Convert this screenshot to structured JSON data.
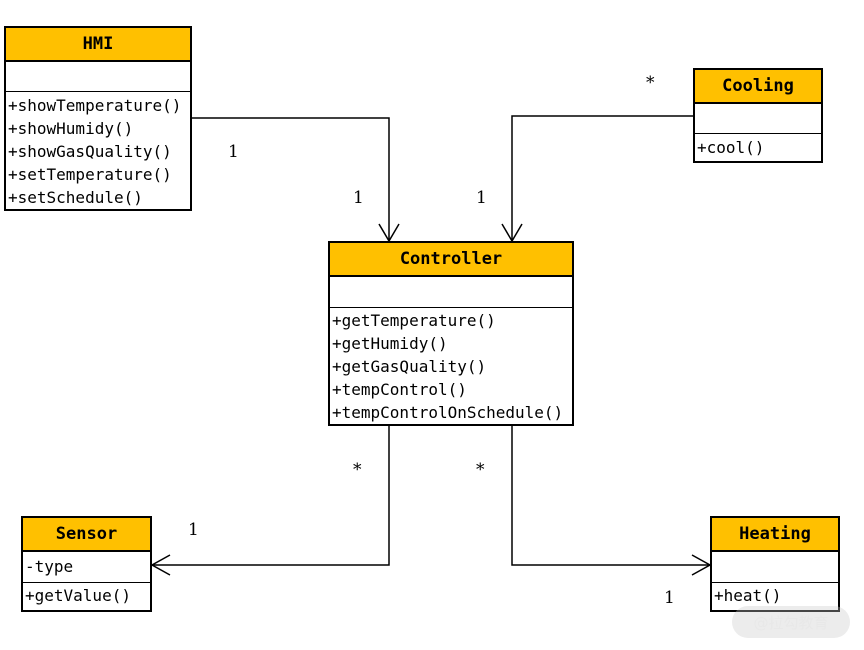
{
  "classes": {
    "hmi": {
      "name": "HMI",
      "attributes": [],
      "operations": [
        "+showTemperature()",
        "+showHumidy()",
        "+showGasQuality()",
        "+setTemperature()",
        "+setSchedule()"
      ]
    },
    "cooling": {
      "name": "Cooling",
      "attributes": [],
      "operations": [
        "+cool()"
      ]
    },
    "controller": {
      "name": "Controller",
      "attributes": [],
      "operations": [
        "+getTemperature()",
        "+getHumidy()",
        "+getGasQuality()",
        "+tempControl()",
        "+tempControlOnSchedule()"
      ]
    },
    "sensor": {
      "name": "Sensor",
      "attributes": [
        "-type"
      ],
      "operations": [
        "+getValue()"
      ]
    },
    "heating": {
      "name": "Heating",
      "attributes": [],
      "operations": [
        "+heat()"
      ]
    }
  },
  "associations": [
    {
      "from": "HMI",
      "to": "Controller",
      "from_mult": "1",
      "to_mult": "1"
    },
    {
      "from": "Cooling",
      "to": "Controller",
      "from_mult": "*",
      "to_mult": "1"
    },
    {
      "from": "Controller",
      "to": "Sensor",
      "from_mult": "*",
      "to_mult": "1"
    },
    {
      "from": "Controller",
      "to": "Heating",
      "from_mult": "*",
      "to_mult": "1"
    }
  ],
  "watermark": "@拉勾教育"
}
